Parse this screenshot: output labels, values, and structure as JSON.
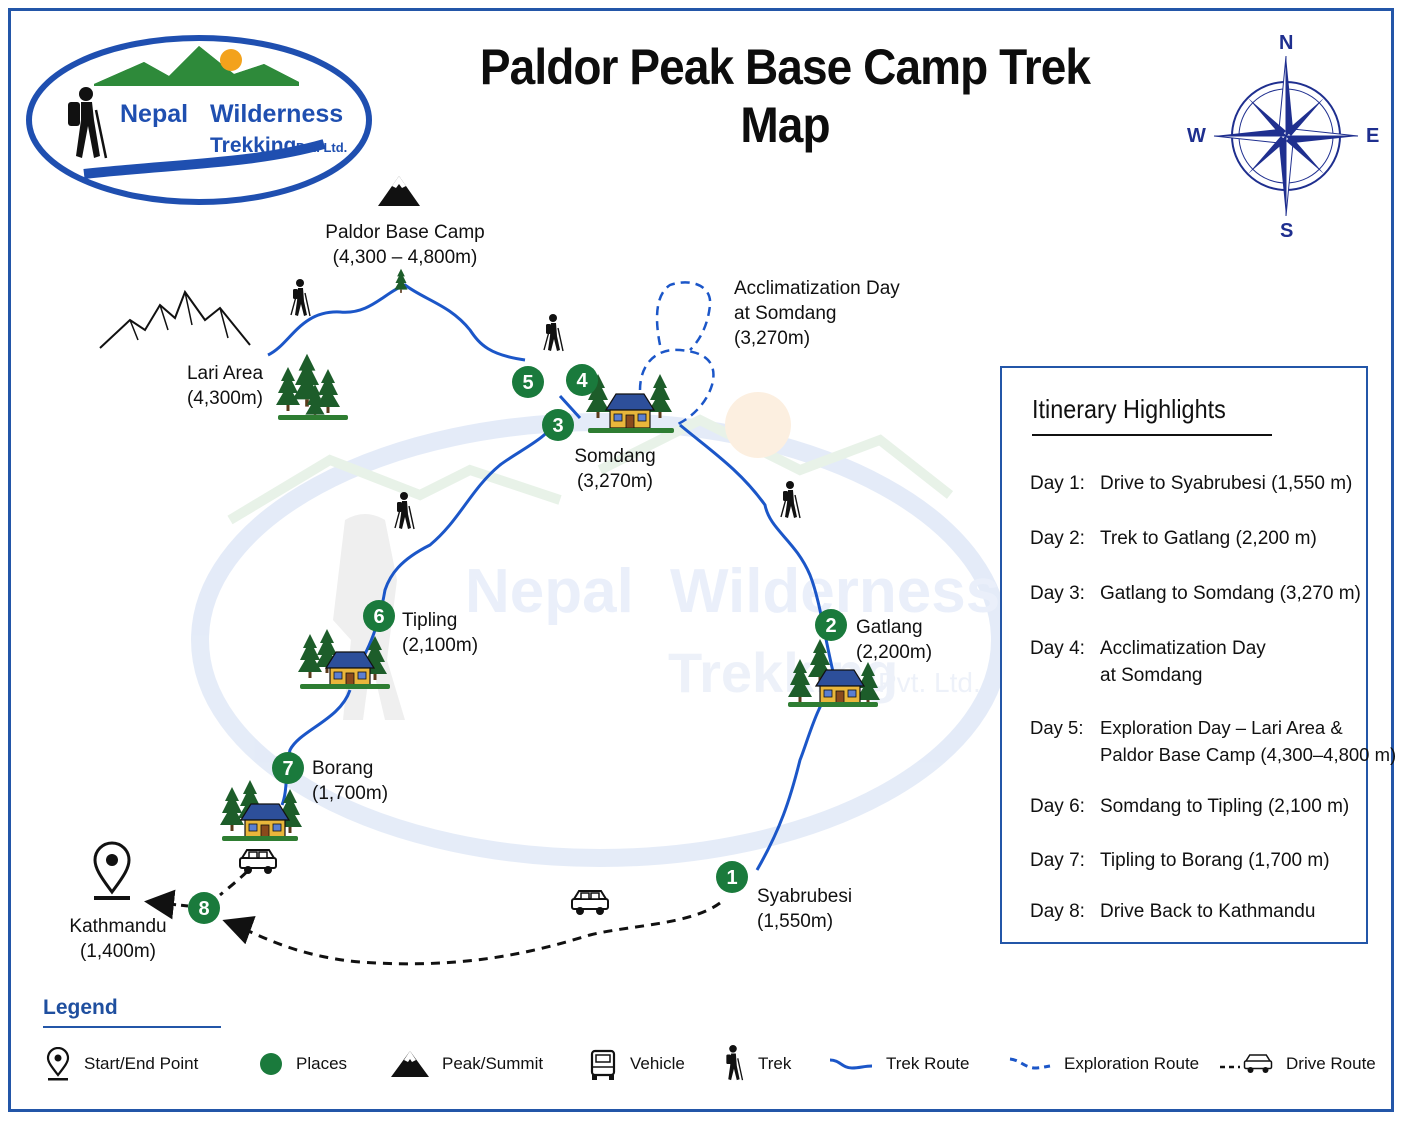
{
  "title": "Paldor Peak Base Camp Trek Map",
  "logo": {
    "word1": "Nepal",
    "word2": "Wilderness",
    "word3": "Trekking",
    "suffix": "Pvt. Ltd."
  },
  "compass": {
    "n": "N",
    "s": "S",
    "e": "E",
    "w": "W"
  },
  "places": [
    {
      "num": "1",
      "name": "Syabrubesi",
      "alt": "(1,550m)"
    },
    {
      "num": "2",
      "name": "Gatlang",
      "alt": "(2,200m)"
    },
    {
      "num": "3",
      "name": "Somdang",
      "alt": "(3,270m)"
    },
    {
      "num": "4"
    },
    {
      "num": "5"
    },
    {
      "num": "6",
      "name": "Tipling",
      "alt": "(2,100m)"
    },
    {
      "num": "7",
      "name": "Borang",
      "alt": "(1,700m)"
    },
    {
      "num": "8"
    }
  ],
  "labels": {
    "base_camp_name": "Paldor Base Camp",
    "base_camp_alt": "(4,300 – 4,800m)",
    "lari_name": "Lari Area",
    "lari_alt": "(4,300m)",
    "acclim_l1": "Acclimatization Day",
    "acclim_l2": "at Somdang",
    "acclim_l3": "(3,270m)",
    "kathmandu_name": "Kathmandu",
    "kathmandu_alt": "(1,400m)"
  },
  "itinerary": {
    "title": "Itinerary Highlights",
    "days": [
      {
        "day": "Day 1:",
        "text": "Drive to Syabrubesi (1,550 m)"
      },
      {
        "day": "Day 2:",
        "text": "Trek to Gatlang (2,200 m)"
      },
      {
        "day": "Day 3:",
        "text": "Gatlang to Somdang (3,270 m)"
      },
      {
        "day": "Day 4:",
        "text": "Acclimatization Day",
        "text2": "at Somdang"
      },
      {
        "day": "Day 5:",
        "text": "Exploration Day – Lari Area &",
        "text2": "Paldor Base Camp (4,300–4,800 m)"
      },
      {
        "day": "Day 6:",
        "text": "Somdang to Tipling (2,100 m)"
      },
      {
        "day": "Day 7:",
        "text": "Tipling to Borang (1,700 m)"
      },
      {
        "day": "Day 8:",
        "text": "Drive Back to Kathmandu"
      }
    ]
  },
  "legend": {
    "title": "Legend",
    "start_end": "Start/End Point",
    "places": "Places",
    "peak": "Peak/Summit",
    "vehicle": "Vehicle",
    "trek": "Trek",
    "trek_route": "Trek Route",
    "exploration_route": "Exploration Route",
    "drive_route": "Drive Route"
  },
  "colors": {
    "route_blue": "#1b56c8",
    "marker_green": "#1a7a3c",
    "frame_blue": "#2356a8",
    "compass_navy": "#1f2f8f"
  },
  "icons": [
    "hiker-icon",
    "mountain-icon",
    "peak-icon",
    "house-icon",
    "tree-icon",
    "vehicle-icon",
    "location-pin-icon",
    "compass-icon"
  ]
}
